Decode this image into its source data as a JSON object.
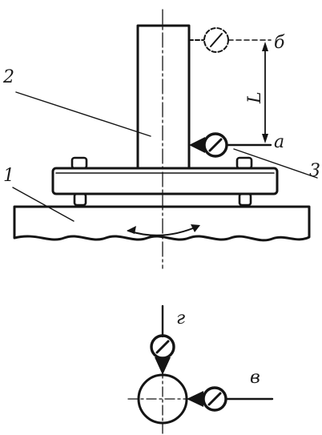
{
  "labels": {
    "part_1": "1",
    "part_2": "2",
    "part_3": "3",
    "point_a": "a",
    "point_b": "б",
    "point_v": "в",
    "point_g": "г",
    "length": "L"
  },
  "icons": {
    "indicator": "dial-indicator-icon",
    "rotation": "rotation-arrow-icon"
  },
  "colors": {
    "ink": "#141414",
    "paper": "#ffffff"
  }
}
